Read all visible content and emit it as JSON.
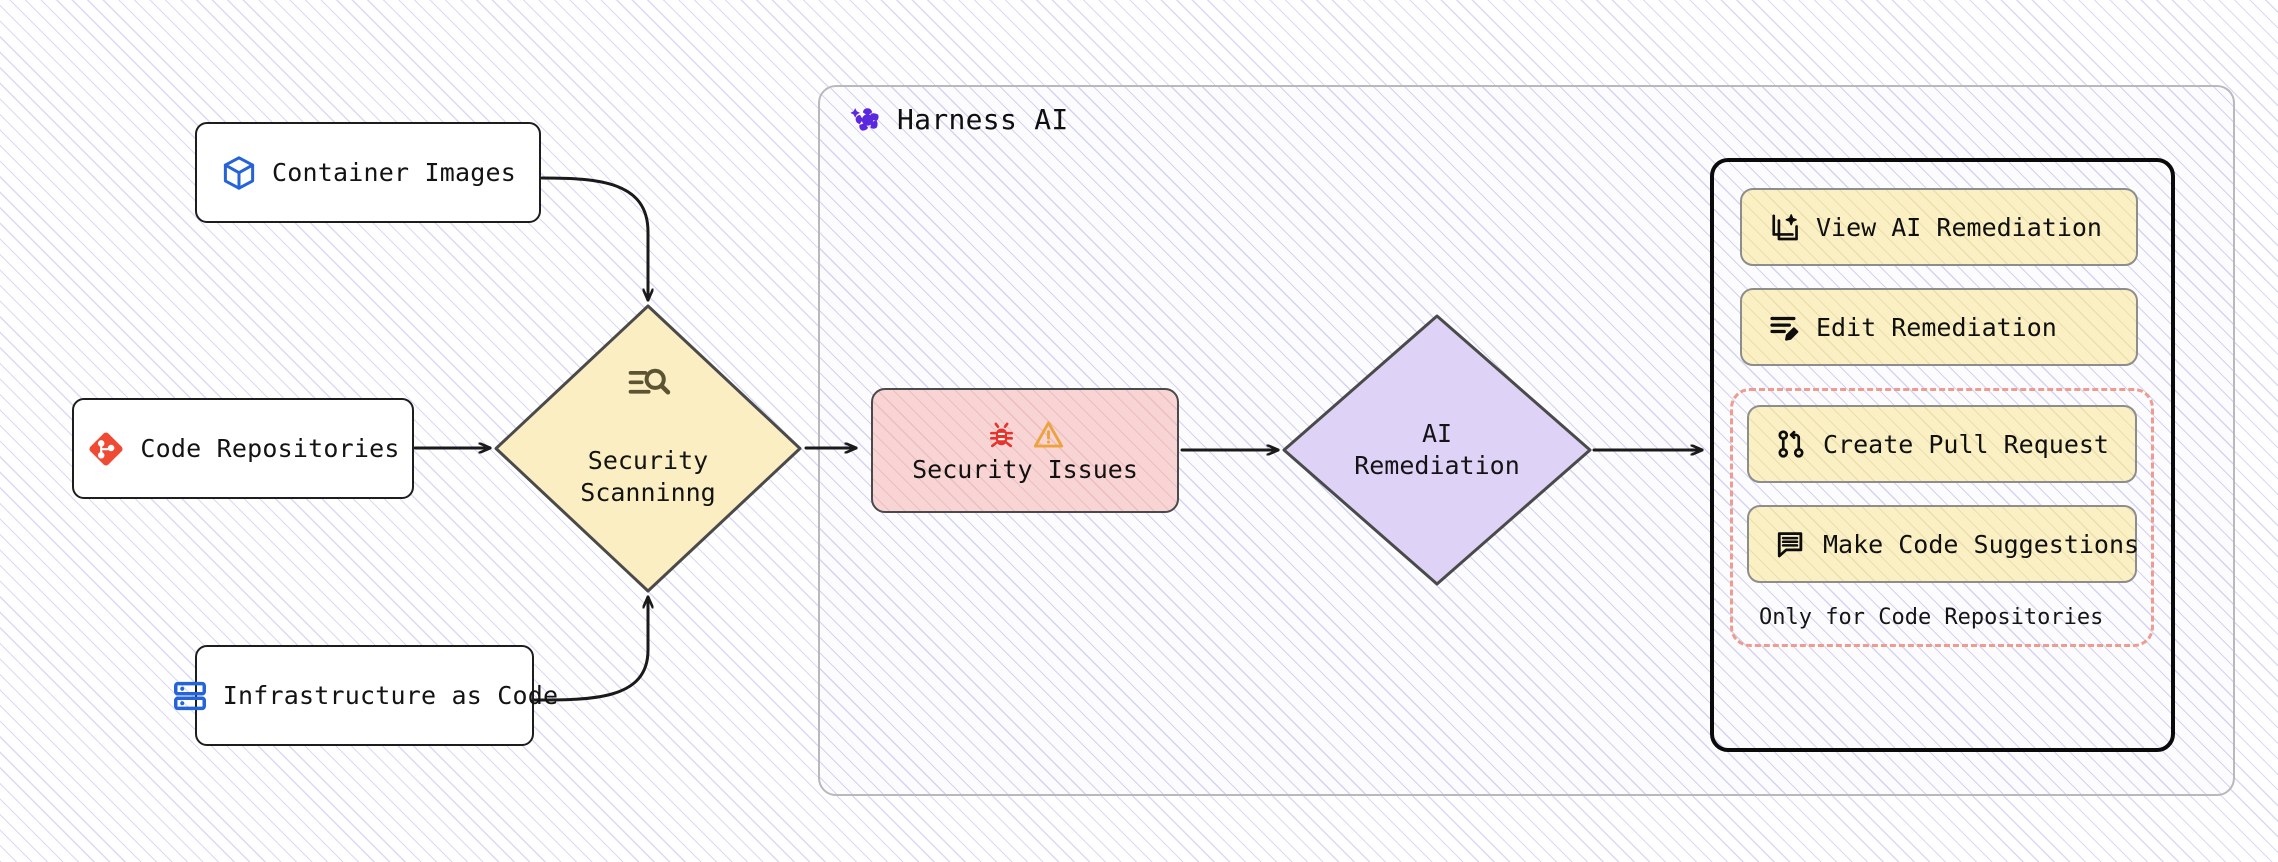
{
  "diagram": {
    "title": "Harness AI Security Remediation Flow",
    "colors": {
      "scan_fill": "#fbeec2",
      "issues_fill": "#f9d4d4",
      "remediation_fill": "#ded2f7",
      "action_fill": "#fbf0c4",
      "dashed_border": "#f09b8f",
      "container_border": "#b9b9bd",
      "stroke": "#1d1d1d",
      "hatch": "#d3d3f2",
      "brand_purple": "#5b28e0",
      "git_red": "#ef4b34",
      "cube_blue": "#2563d9",
      "iac_blue": "#2563d9",
      "bug_red": "#e8332a",
      "warn_orange": "#eda23d"
    }
  },
  "sources": [
    {
      "id": "container-images",
      "label": "Container Images",
      "icon": "cube-icon"
    },
    {
      "id": "code-repositories",
      "label": "Code Repositories",
      "icon": "git-repository-icon"
    },
    {
      "id": "infrastructure-as-code",
      "label": "Infrastructure as Code",
      "icon": "server-stack-icon"
    }
  ],
  "scanning": {
    "label_line1": "Security",
    "label_line2": "Scanninng",
    "icon": "scan-search-icon"
  },
  "harness": {
    "title": "Harness AI",
    "logo_icon": "harness-ai-logo-icon"
  },
  "issues": {
    "label": "Security Issues",
    "icons": [
      "bug-icon",
      "warning-triangle-icon"
    ]
  },
  "remediation": {
    "label_line1": "AI",
    "label_line2": "Remediation"
  },
  "actions": {
    "items": [
      {
        "id": "view-ai-remediation",
        "label": "View AI Remediation",
        "icon": "ai-sparkle-document-icon",
        "code_only": false
      },
      {
        "id": "edit-remediation",
        "label": "Edit Remediation",
        "icon": "edit-pencil-lines-icon",
        "code_only": false
      },
      {
        "id": "create-pull-request",
        "label": "Create Pull Request",
        "icon": "pull-request-icon",
        "code_only": true
      },
      {
        "id": "make-code-suggestions",
        "label": "Make Code Suggestions",
        "icon": "comment-lines-icon",
        "code_only": true
      }
    ],
    "code_only_caption": "Only for Code Repositories"
  }
}
